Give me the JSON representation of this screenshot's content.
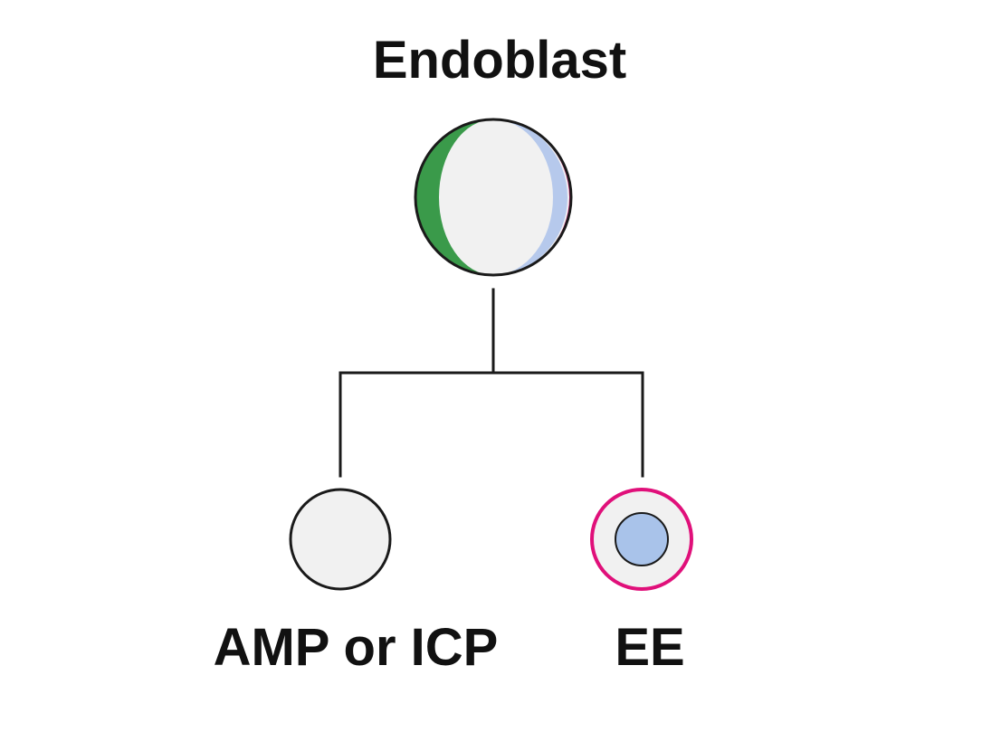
{
  "nodes": {
    "root": {
      "label": "Endoblast"
    },
    "left_child": {
      "label": "AMP or ICP"
    },
    "right_child": {
      "label": "EE"
    }
  },
  "colors": {
    "outline": "#1a1a1a",
    "cell_fill": "#f1f1f1",
    "green": "#3a9a4a",
    "magenta": "#e0107a",
    "light_blue": "#b6c9ec",
    "inner_blue": "#a9c3ea"
  }
}
